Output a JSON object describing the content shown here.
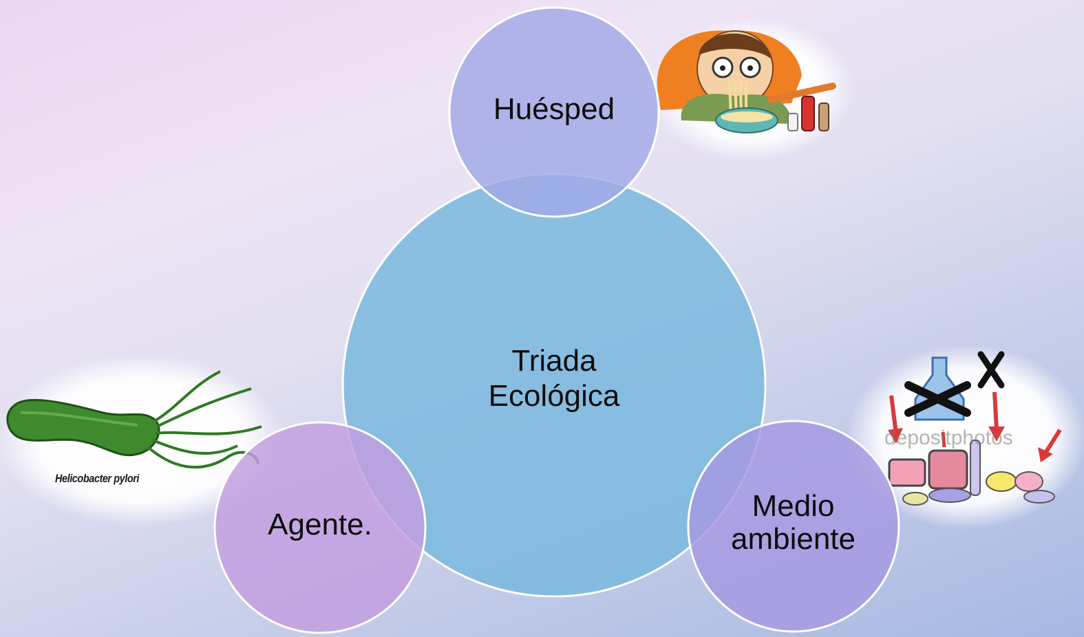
{
  "diagram": {
    "center": {
      "label_lines": [
        "Triada",
        "Ecológica"
      ]
    },
    "nodes": {
      "host": {
        "label": "Huésped"
      },
      "agent": {
        "label": "Agente."
      },
      "environment": {
        "label_lines": [
          "Medio",
          "ambiente"
        ]
      }
    },
    "colors": {
      "center_fill": "#7ab8de",
      "host_fill": "#a1a8e6",
      "agent_fill": "#c29edf",
      "environment_fill": "#a699e2",
      "stroke": "#ffffff"
    }
  },
  "illustrations": {
    "host_image": {
      "icon": "boy-eating-noodles-icon"
    },
    "agent_image": {
      "icon": "bacterium-icon",
      "caption": "Helicobacter pylori"
    },
    "environment_image": {
      "icon": "medicines-icon",
      "watermark": "depositphotos"
    }
  }
}
